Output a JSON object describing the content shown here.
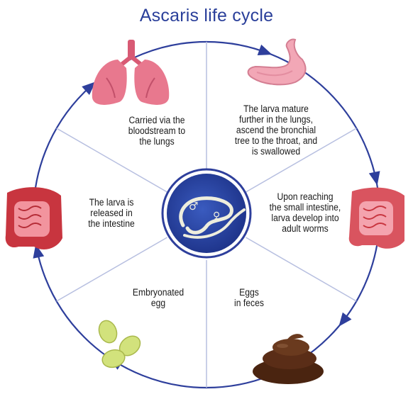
{
  "title": "Ascaris life cycle",
  "colors": {
    "ring": "#2e3f9c",
    "center_fill": "#24409a",
    "spoke": "#b7bfe0",
    "worm": "#eeeedd",
    "lung": "#e8788e",
    "stomach": "#f2a7b6",
    "intestine": "#c8353f",
    "egg": "#d2e27c",
    "feces": "#5a2d17"
  },
  "center": {
    "male_symbol": "♂",
    "female_symbol": "♀"
  },
  "steps": [
    {
      "id": "lungs",
      "icon": "lungs-icon",
      "lines": [
        "Carried via the",
        "bloodstream to",
        "the lungs"
      ]
    },
    {
      "id": "stomach",
      "icon": "stomach-icon",
      "lines": [
        "The larva mature",
        "further in the lungs,",
        "ascend the bronchial",
        "tree to the throat, and",
        "is swallowed"
      ]
    },
    {
      "id": "small-intestine",
      "icon": "intestine-icon",
      "lines": [
        "Upon reaching",
        "the small intestine,",
        "larva develop into",
        "adult worms"
      ]
    },
    {
      "id": "feces",
      "icon": "feces-icon",
      "lines": [
        "Eggs",
        "in feces"
      ]
    },
    {
      "id": "embryonated-egg",
      "icon": "egg-icon",
      "lines": [
        "Embryonated",
        "egg"
      ]
    },
    {
      "id": "intestine-release",
      "icon": "intestine-icon",
      "lines": [
        "The larva is",
        "released in",
        "the intestine"
      ]
    }
  ]
}
